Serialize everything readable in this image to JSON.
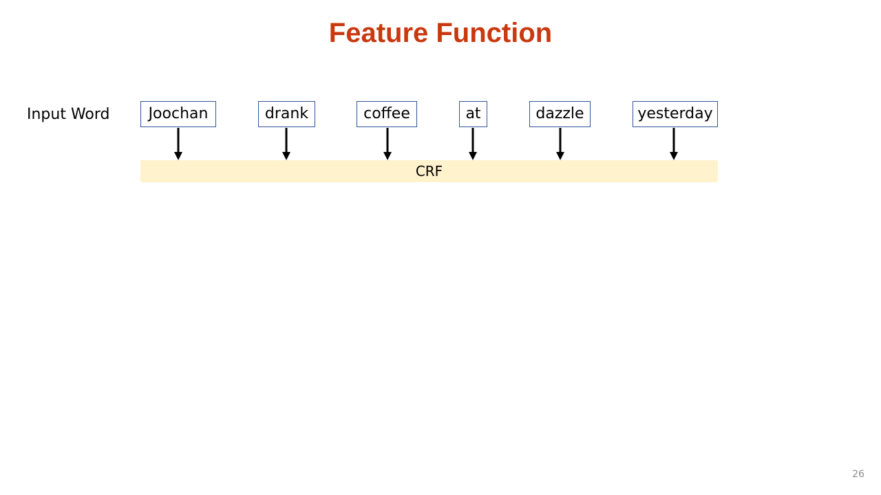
{
  "title": "Feature Function",
  "row_label": "Input Word",
  "words": [
    "Joochan",
    "drank",
    "coffee",
    "at",
    "dazzle",
    "yesterday"
  ],
  "crf_label": "CRF",
  "page_number": "26",
  "colors": {
    "title": "#c9380f",
    "box_border": "#2f5597",
    "crf_fill": "#fff2cc",
    "arrow": "#000000"
  }
}
